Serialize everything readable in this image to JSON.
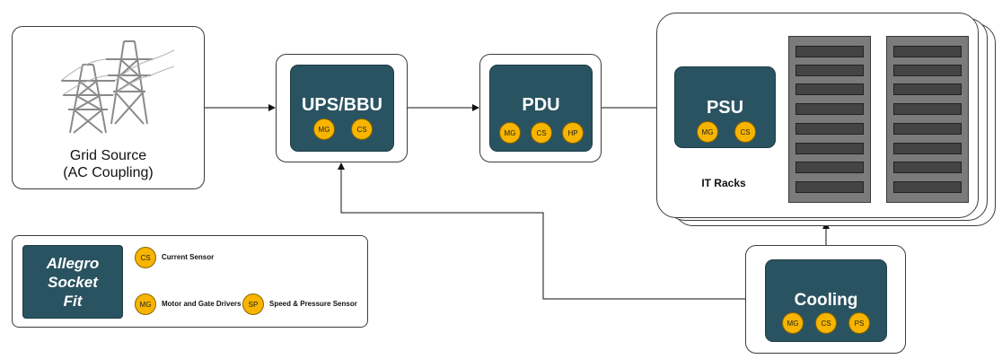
{
  "grid_source": {
    "line1": "Grid Source",
    "line2": "(AC Coupling)"
  },
  "ups": {
    "title": "UPS/BBU",
    "badges": [
      "MG",
      "CS"
    ]
  },
  "pdu": {
    "title": "PDU",
    "badges": [
      "MG",
      "CS",
      "HP"
    ]
  },
  "psu": {
    "title": "PSU",
    "badges": [
      "MG",
      "CS"
    ]
  },
  "it_racks": {
    "label": "IT Racks"
  },
  "cooling": {
    "title": "Cooling",
    "badges": [
      "MG",
      "CS",
      "PS"
    ]
  },
  "legend": {
    "title_lines": [
      "Allegro",
      "Socket",
      "Fit"
    ],
    "items": [
      {
        "code": "CS",
        "label": "Current Sensor"
      },
      {
        "code": "MG",
        "label": "Motor and Gate Drivers"
      },
      {
        "code": "SP",
        "label": "Speed & Pressure Sensor"
      }
    ]
  },
  "colors": {
    "box_fill": "#2a5361",
    "badge_fill": "#f7b500",
    "rack_fill": "#7b7b7b"
  }
}
